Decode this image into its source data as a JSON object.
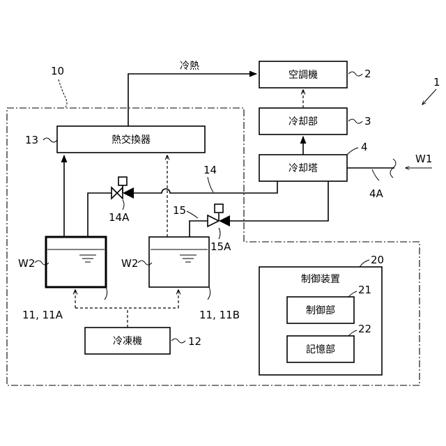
{
  "labels": {
    "system_ref": "1",
    "plant_ref": "10",
    "cold_heat": "冷熱",
    "air_conditioner": "空調機",
    "air_conditioner_ref": "2",
    "cooling_unit": "冷却部",
    "cooling_unit_ref": "3",
    "cooling_tower": "冷却塔",
    "cooling_tower_ref": "4",
    "pipe_4a_ref": "4A",
    "water_w1": "W1",
    "heat_exchanger": "熱交換器",
    "heat_exchanger_ref": "13",
    "pipe_14_ref": "14",
    "valve_14a_ref": "14A",
    "pipe_15_ref": "15",
    "valve_15a_ref": "15A",
    "water_w2_a": "W2",
    "water_w2_b": "W2",
    "tank_a_ref": "11, 11A",
    "tank_b_ref": "11, 11B",
    "refrigerator": "冷凍機",
    "refrigerator_ref": "12",
    "control_device": "制御装置",
    "control_device_ref": "20",
    "control_unit": "制御部",
    "control_unit_ref": "21",
    "storage_unit": "記憶部",
    "storage_unit_ref": "22"
  },
  "colors": {
    "line": "#000000",
    "background": "#ffffff"
  }
}
